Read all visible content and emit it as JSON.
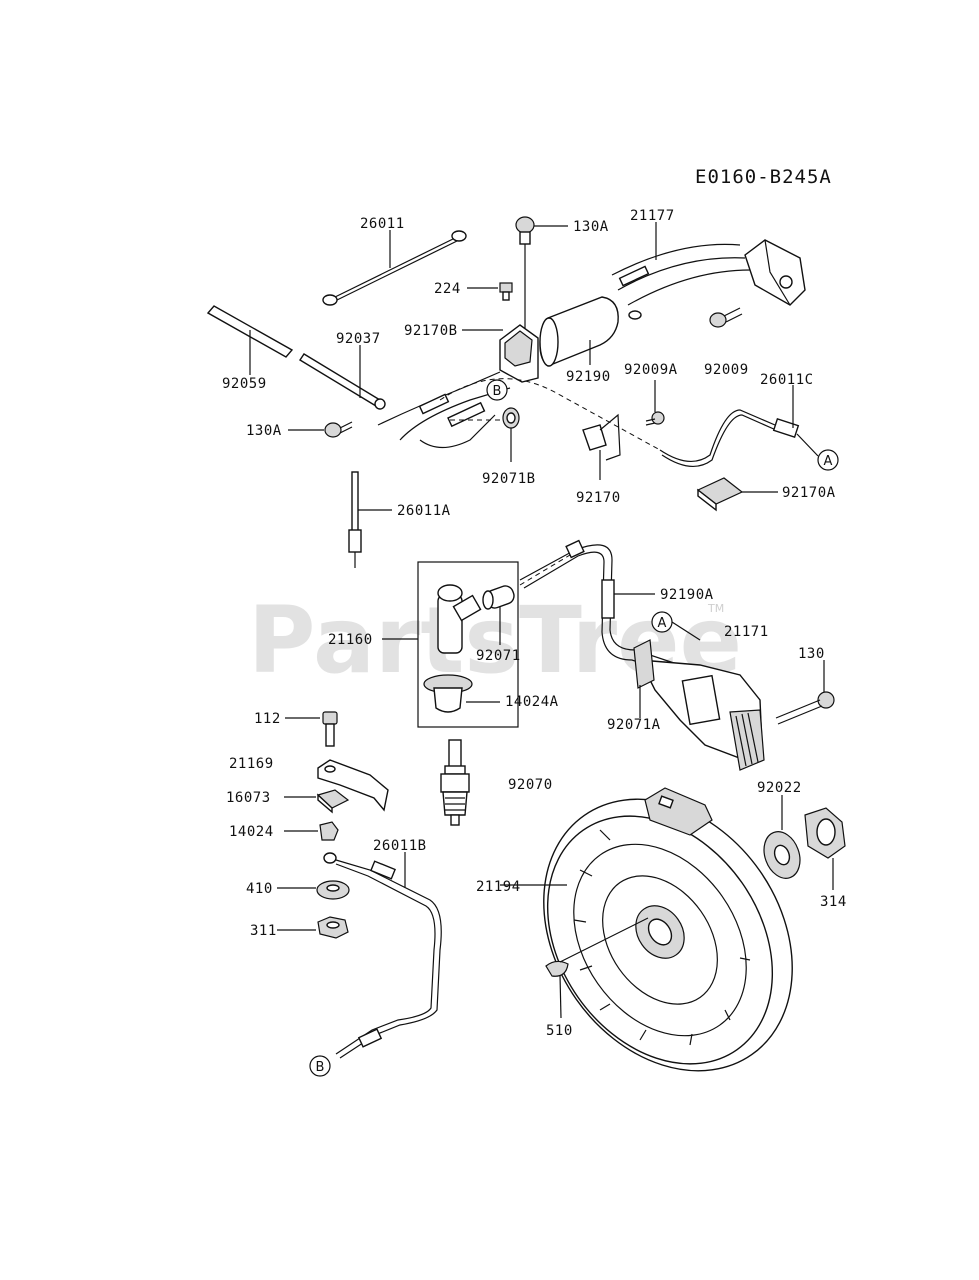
{
  "diagram": {
    "code": "E0160-B245A",
    "watermark": "PartsTree",
    "trademark": "TM",
    "callouts": {
      "a": "A",
      "b": "B"
    },
    "labels": {
      "p26011": "26011",
      "p21177": "21177",
      "p130A_top": "130A",
      "p224": "224",
      "p92170B": "92170B",
      "p92037": "92037",
      "p92059": "92059",
      "p130A_left": "130A",
      "p92190": "92190",
      "p92009A": "92009A",
      "p92009": "92009",
      "p26011C": "26011C",
      "p92071B": "92071B",
      "p92170": "92170",
      "p92170A": "92170A",
      "p26011A": "26011A",
      "p92190A": "92190A",
      "p21160": "21160",
      "p92071": "92071",
      "p21171": "21171",
      "p130": "130",
      "p14024A": "14024A",
      "p92071A": "92071A",
      "p112": "112",
      "p21169": "21169",
      "p16073": "16073",
      "p14024": "14024",
      "p92070": "92070",
      "p92022": "92022",
      "p26011B": "26011B",
      "p410": "410",
      "p311": "311",
      "p21194": "21194",
      "p314": "314",
      "p510": "510"
    }
  }
}
